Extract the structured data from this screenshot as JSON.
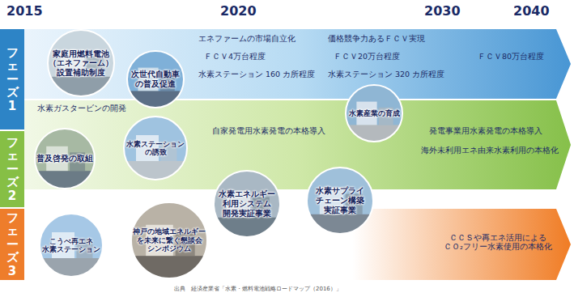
{
  "diagram": {
    "caption": "出典　経済産業省「水素・燃料電池戦略ロードマップ（2016）」",
    "nodes": [
      {
        "text": [
          "フェーズ1"
        ]
      },
      {
        "text": [
          "エネファームの市場自立化",
          "価格競争力あるＦＣＶ実現",
          "ＦＣＶ4万台程度",
          "ＦＣＶ20万台程度",
          "ＦＣＶ80万台程度",
          "水素ステーション 160 カ所程度",
          "水素ステーション 320 カ所程度"
        ]
      },
      {
        "text": [
          "家庭用燃料電池 （エネファーム） 設置補助制度"
        ],
        "in": 1
      },
      {
        "text": [
          "次世代自動車 の普及促進"
        ],
        "in": 1
      },
      {
        "text": [
          "フェーズ2"
        ]
      },
      {
        "text": [
          "水素ガスタービンの開発",
          "自家発電用水素発電の本格導入",
          "発電事業用水素発電の本格導入",
          "海外未利用エネ由来水素利用の本格化"
        ]
      },
      {
        "text": [
          "普及啓発の取組"
        ],
        "in": 5
      },
      {
        "text": [
          "水素ステーション の誘致"
        ],
        "in": 5
      },
      {
        "text": [
          "水素産業の育成"
        ],
        "in": 5
      },
      {
        "text": [
          "水素エネルギー 利用システム 開発実証事業"
        ],
        "in": 5
      },
      {
        "text": [
          "水素サプライ チェーン構築 実証事業"
        ],
        "in": 5
      },
      {
        "text": [
          "フェーズ3"
        ]
      },
      {
        "text": [
          "ＣＣＳや再エネ活用による ＣＯ₂フリー水素使用の本格化"
        ]
      },
      {
        "text": [
          "こうべ再エネ 水素ステーション"
        ],
        "in": 12
      },
      {
        "text": [
          "神戸の地域エネルギー を未来に繋ぐ懇談会 シンポジウム"
        ],
        "in": 12
      }
    ],
    "labels": [
      "2015",
      "2020",
      "2030",
      "2040"
    ]
  }
}
